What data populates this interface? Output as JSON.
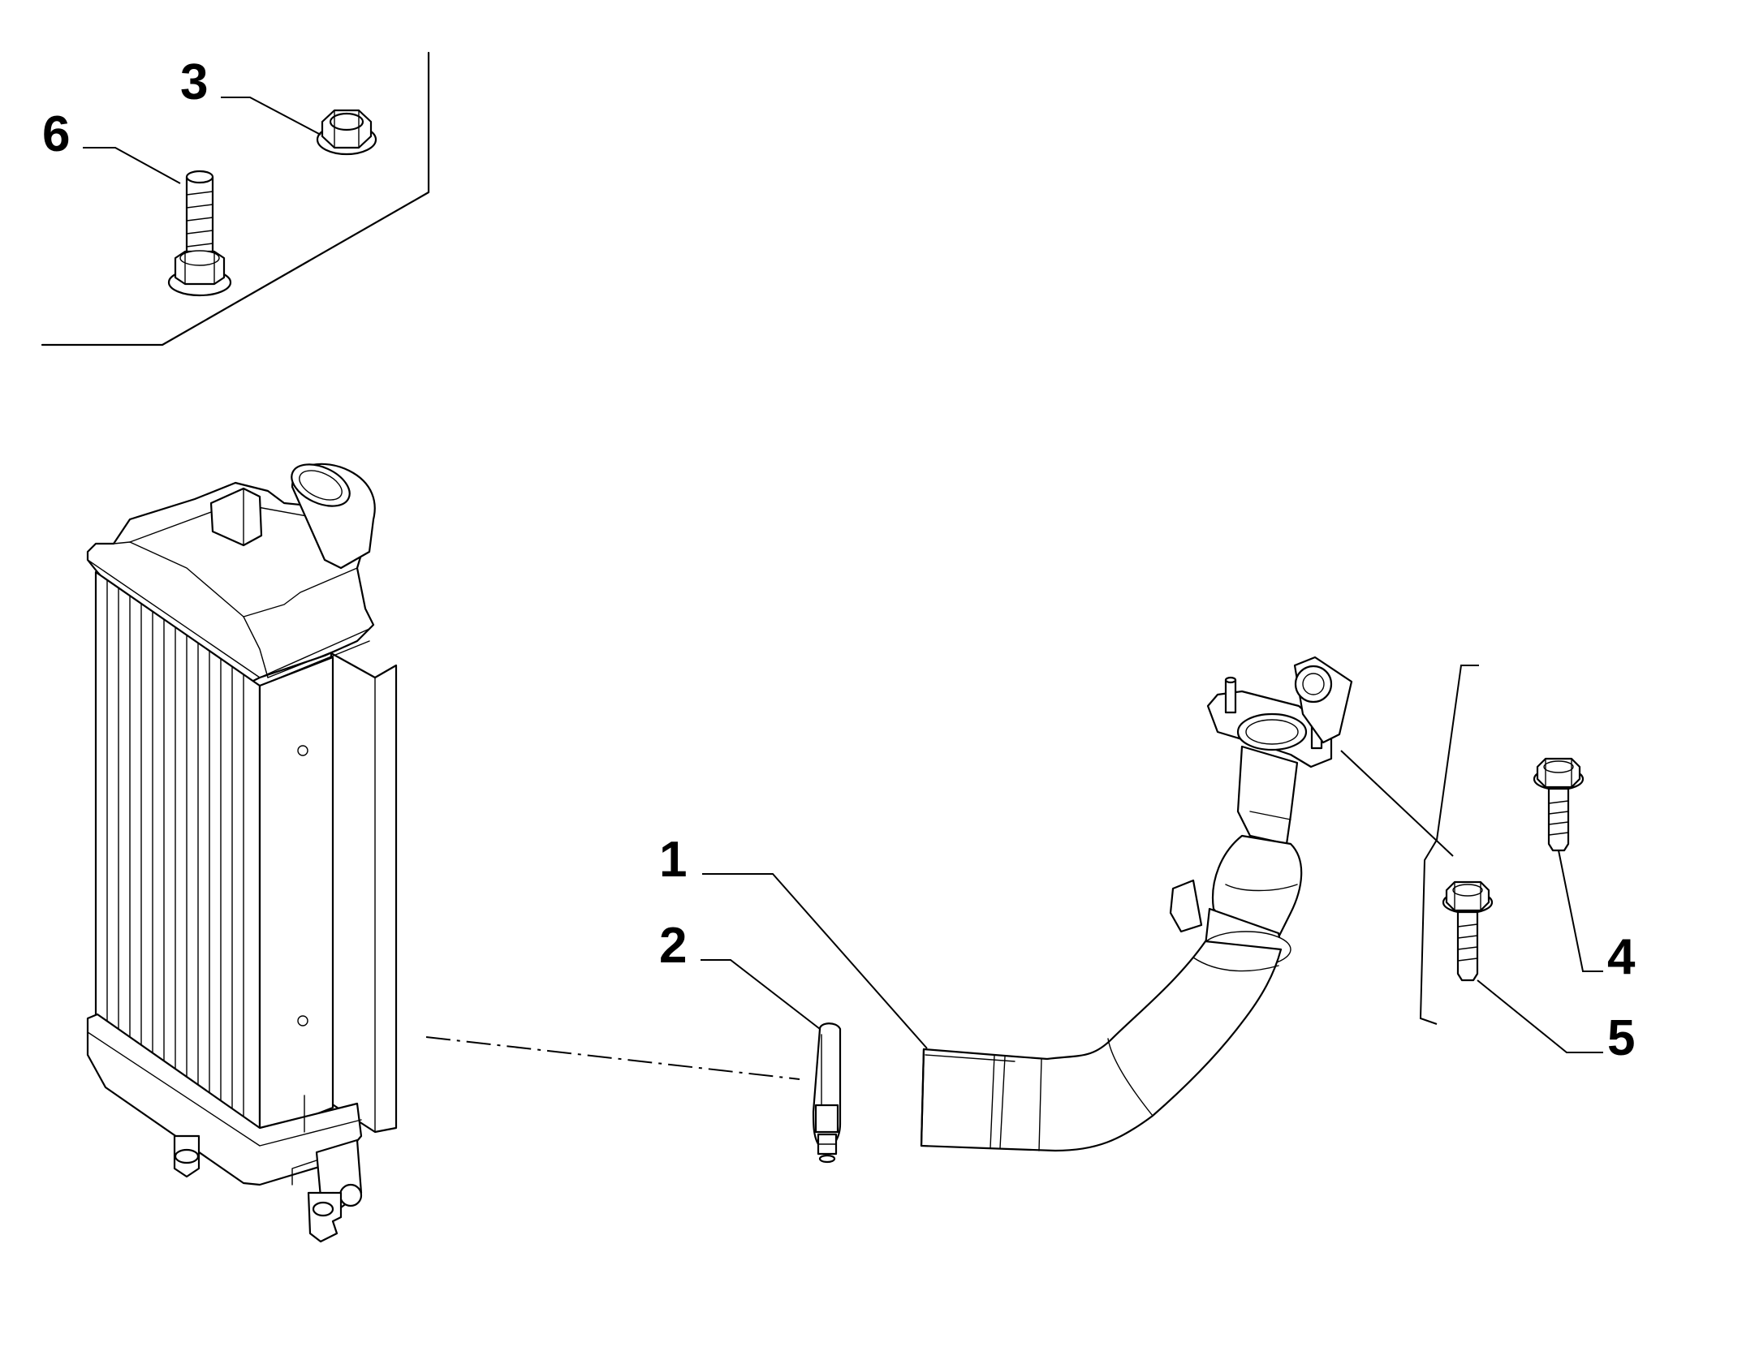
{
  "diagram": {
    "callouts": [
      {
        "id": "1",
        "label": "1"
      },
      {
        "id": "2",
        "label": "2"
      },
      {
        "id": "3",
        "label": "3"
      },
      {
        "id": "4",
        "label": "4"
      },
      {
        "id": "5",
        "label": "5"
      },
      {
        "id": "6",
        "label": "6"
      }
    ],
    "parts": [
      {
        "callout": "1",
        "name": "intercooler-outlet-hose-icon"
      },
      {
        "callout": "2",
        "name": "hose-clamp-icon"
      },
      {
        "callout": "3",
        "name": "flange-nut-icon"
      },
      {
        "callout": "4",
        "name": "flange-bolt-icon"
      },
      {
        "callout": "5",
        "name": "flange-bolt-icon"
      },
      {
        "callout": "6",
        "name": "flange-bolt-icon"
      },
      {
        "callout": null,
        "name": "intercooler-icon"
      }
    ],
    "line_color": "#000000",
    "background": "#ffffff"
  }
}
